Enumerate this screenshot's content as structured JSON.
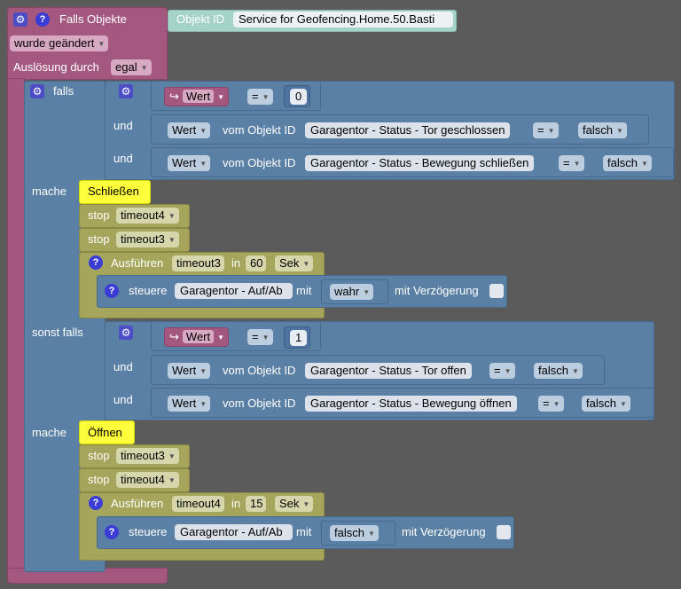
{
  "trigger": {
    "title": "Falls Objekte",
    "object_id_label": "Objekt ID",
    "object_id_value": "Service for Geofencing.Home.50.Basti",
    "changed_option": "wurde geändert",
    "trigger_by_label": "Auslösung durch",
    "trigger_by_option": "egal"
  },
  "if_block": {
    "if_label": "falls",
    "and_label": "und",
    "do_label": "mache",
    "elseif_label": "sonst falls",
    "cond1": {
      "var": "Wert",
      "op": "=",
      "value": "0",
      "and1": {
        "prop": "Wert",
        "of_object": "vom Objekt ID",
        "object": "Garagentor - Status - Tor geschlossen",
        "op": "=",
        "value": "falsch"
      },
      "and2": {
        "prop": "Wert",
        "of_object": "vom Objekt ID",
        "object": "Garagentor - Status - Bewegung schließen",
        "op": "=",
        "value": "falsch"
      }
    },
    "do1": {
      "comment": "Schließen",
      "stop_label": "stop",
      "stop1": "timeout4",
      "stop2": "timeout3",
      "run_label": "Ausführen",
      "run_timer": "timeout3",
      "in_label": "in",
      "run_value": "60",
      "run_unit": "Sek",
      "control_label": "steuere",
      "control_object": "Garagentor - Auf/Ab",
      "with_label": "mit",
      "control_value": "wahr",
      "delay_label": "mit Verzögerung"
    },
    "cond2": {
      "var": "Wert",
      "op": "=",
      "value": "1",
      "and1": {
        "prop": "Wert",
        "of_object": "vom Objekt ID",
        "object": "Garagentor - Status - Tor offen",
        "op": "=",
        "value": "falsch"
      },
      "and2": {
        "prop": "Wert",
        "of_object": "vom Objekt ID",
        "object": "Garagentor - Status - Bewegung öffnen",
        "op": "=",
        "value": "falsch"
      }
    },
    "do2": {
      "comment": "Öffnen",
      "stop_label": "stop",
      "stop1": "timeout3",
      "stop2": "timeout4",
      "run_label": "Ausführen",
      "run_timer": "timeout4",
      "in_label": "in",
      "run_value": "15",
      "run_unit": "Sek",
      "control_label": "steuere",
      "control_object": "Garagentor - Auf/Ab",
      "with_label": "mit",
      "control_value": "falsch",
      "delay_label": "mit Verzögerung"
    }
  }
}
